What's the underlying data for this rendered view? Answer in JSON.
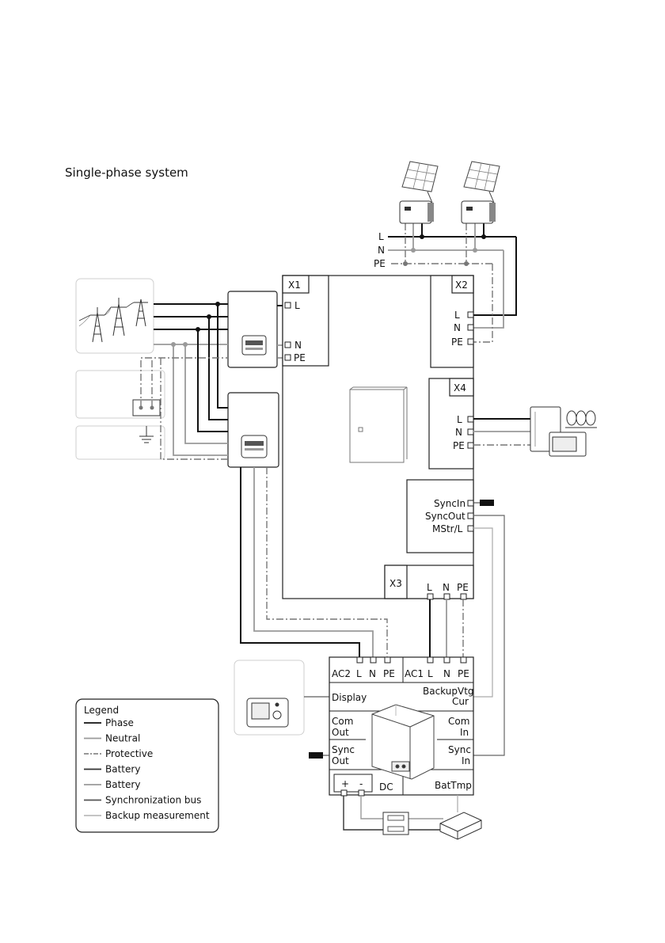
{
  "title": "Single-phase system",
  "colors": {
    "phase": "#111111",
    "neutral": "#9a9a9a",
    "protective": "#777777",
    "box_stroke": "#222222",
    "panel_fill": "#ffffff",
    "image_frame": "#cccccc"
  },
  "icons": {
    "grid": "power-pylon-icon",
    "pv": "solar-panel-icon",
    "loads": "household-appliances-icon",
    "cabinet": "distribution-cabinet-icon",
    "inverter": "battery-inverter-icon",
    "display": "display-unit-icon",
    "battery": "battery-icon",
    "meter": "energy-meter-icon"
  },
  "pv_bus": {
    "l": "L",
    "n": "N",
    "pe": "PE"
  },
  "x1": {
    "title": "X1",
    "l": "L",
    "n": "N",
    "pe": "PE"
  },
  "x2": {
    "title": "X2",
    "l": "L",
    "n": "N",
    "pe": "PE"
  },
  "x4": {
    "title": "X4",
    "l": "L",
    "n": "N",
    "pe": "PE"
  },
  "x3": {
    "title": "X3",
    "l": "L",
    "n": "N",
    "pe": "PE"
  },
  "sync": {
    "in": "SyncIn",
    "out": "SyncOut",
    "mstr": "MStr/L"
  },
  "inverter": {
    "ac2": "AC2",
    "ac1": "AC1",
    "l": "L",
    "n": "N",
    "pe": "PE",
    "display": "Display",
    "backup_vtg": "BackupVtg",
    "backup_cur": "Cur",
    "com_out_1": "Com",
    "com_out_2": "Out",
    "com_in_1": "Com",
    "com_in_2": "In",
    "sync_out_1": "Sync",
    "sync_out_2": "Out",
    "sync_in_1": "Sync",
    "sync_in_2": "In",
    "plus": "+",
    "minus": "-",
    "dc": "DC",
    "battmp": "BatTmp"
  },
  "legend": {
    "title": "Legend",
    "items": [
      {
        "label": "Phase",
        "color": "#111111",
        "style": "solid"
      },
      {
        "label": "Neutral",
        "color": "#9a9a9a",
        "style": "solid"
      },
      {
        "label": "Protective",
        "color": "#777777",
        "style": "dashdot"
      },
      {
        "label": "Battery",
        "color": "#333333",
        "style": "solid"
      },
      {
        "label": "Battery",
        "color": "#9a9a9a",
        "style": "solid"
      },
      {
        "label": "Synchronization bus",
        "color": "#555555",
        "style": "solid"
      },
      {
        "label": "Backup measurement",
        "color": "#bbbbbb",
        "style": "solid"
      }
    ]
  }
}
